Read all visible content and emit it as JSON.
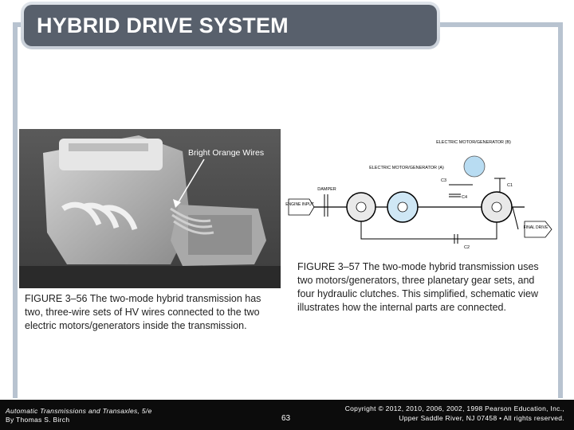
{
  "slide": {
    "title": "HYBRID DRIVE SYSTEM"
  },
  "photo": {
    "callout": "Bright Orange Wires"
  },
  "diagram": {
    "labels": {
      "motor_b": "ELECTRIC MOTOR/GENERATOR (B)",
      "motor_a": "ELECTRIC MOTOR/GENERATOR (A)",
      "damper": "DAMPER",
      "engine_input": "ENGINE INPUT",
      "final_drive": "FINAL DRIVE",
      "c1": "C1",
      "c2": "C2",
      "c3": "C3",
      "c4": "C4"
    }
  },
  "captions": {
    "left": {
      "figure": "FIGURE 3–56",
      "text": " The two-mode hybrid transmission has two, three-wire sets of HV wires connected to the two electric motors/generators inside the transmission."
    },
    "right": {
      "figure": "FIGURE 3–57",
      "text": " The two-mode hybrid transmission uses two motors/generators, three planetary gear sets, and four hydraulic clutches. This simplified, schematic view illustrates how the internal parts are connected."
    }
  },
  "footer": {
    "book_title": "Automatic Transmissions and Transaxles, 5/e",
    "author": "By Thomas S. Birch",
    "page_number": "63",
    "copyright_line1": "Copyright © 2012, 2010, 2006, 2002, 1998 Pearson Education, Inc.,",
    "copyright_line2": "Upper Saddle River, NJ 07458 • All rights reserved."
  }
}
